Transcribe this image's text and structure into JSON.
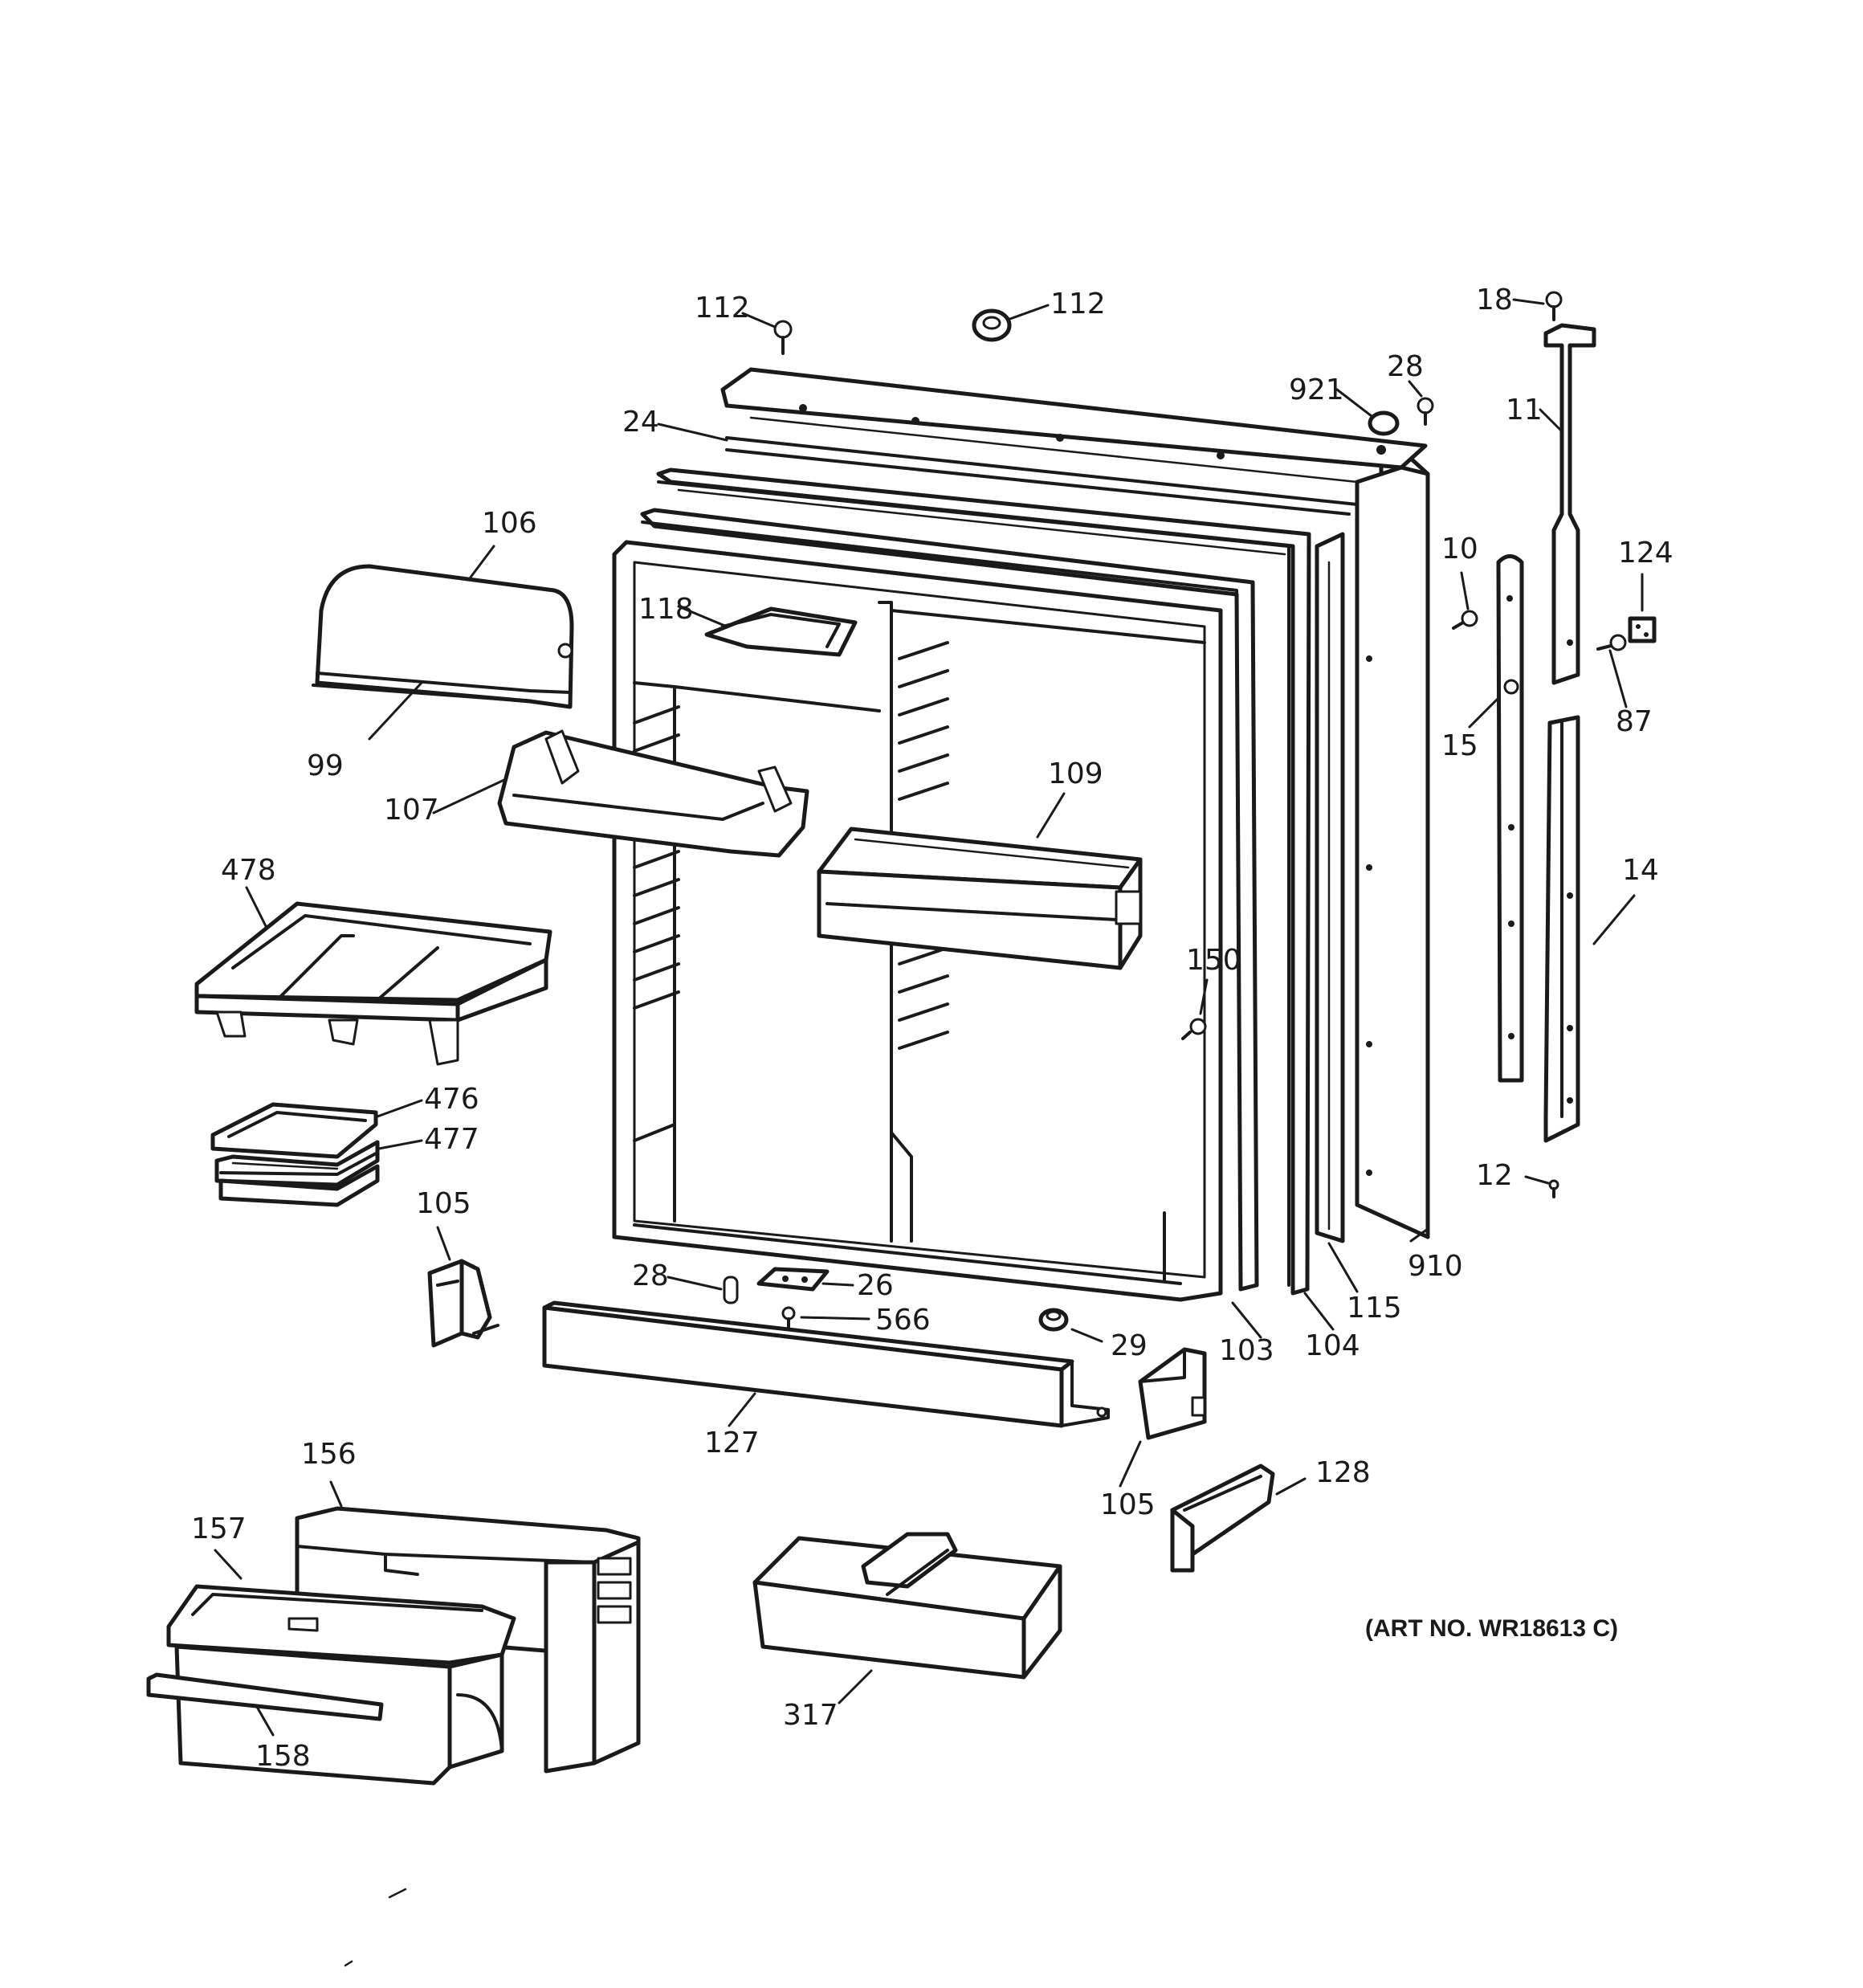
{
  "art_number": "(ART NO. WR18613 C)",
  "callouts": {
    "c112a": "112",
    "c112b": "112",
    "c18": "18",
    "c28a": "28",
    "c921": "921",
    "c24": "24",
    "c11": "11",
    "c106": "106",
    "c10": "10",
    "c124": "124",
    "c118": "118",
    "c99": "99",
    "c15": "15",
    "c87": "87",
    "c109": "109",
    "c107": "107",
    "c478": "478",
    "c14": "14",
    "c150": "150",
    "c476": "476",
    "c477": "477",
    "c105a": "105",
    "c12": "12",
    "c28b": "28",
    "c26": "26",
    "c910": "910",
    "c115": "115",
    "c566": "566",
    "c29": "29",
    "c104": "104",
    "c103": "103",
    "c127": "127",
    "c156": "156",
    "c128": "128",
    "c105b": "105",
    "c157": "157",
    "c317": "317",
    "c158": "158"
  }
}
